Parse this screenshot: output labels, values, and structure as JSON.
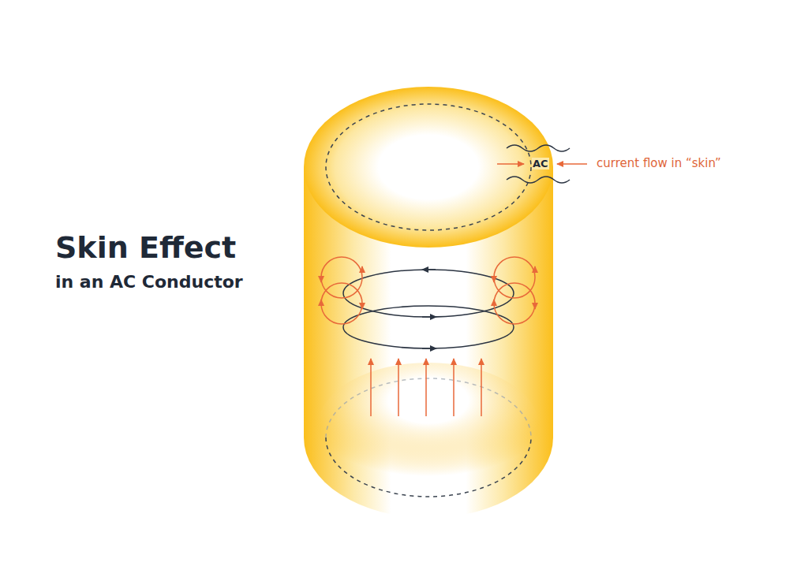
{
  "diagram": {
    "title": "Skin Effect",
    "labels": [
      "in an AC Conductor",
      "AC",
      "current flow in “skin”"
    ]
  }
}
